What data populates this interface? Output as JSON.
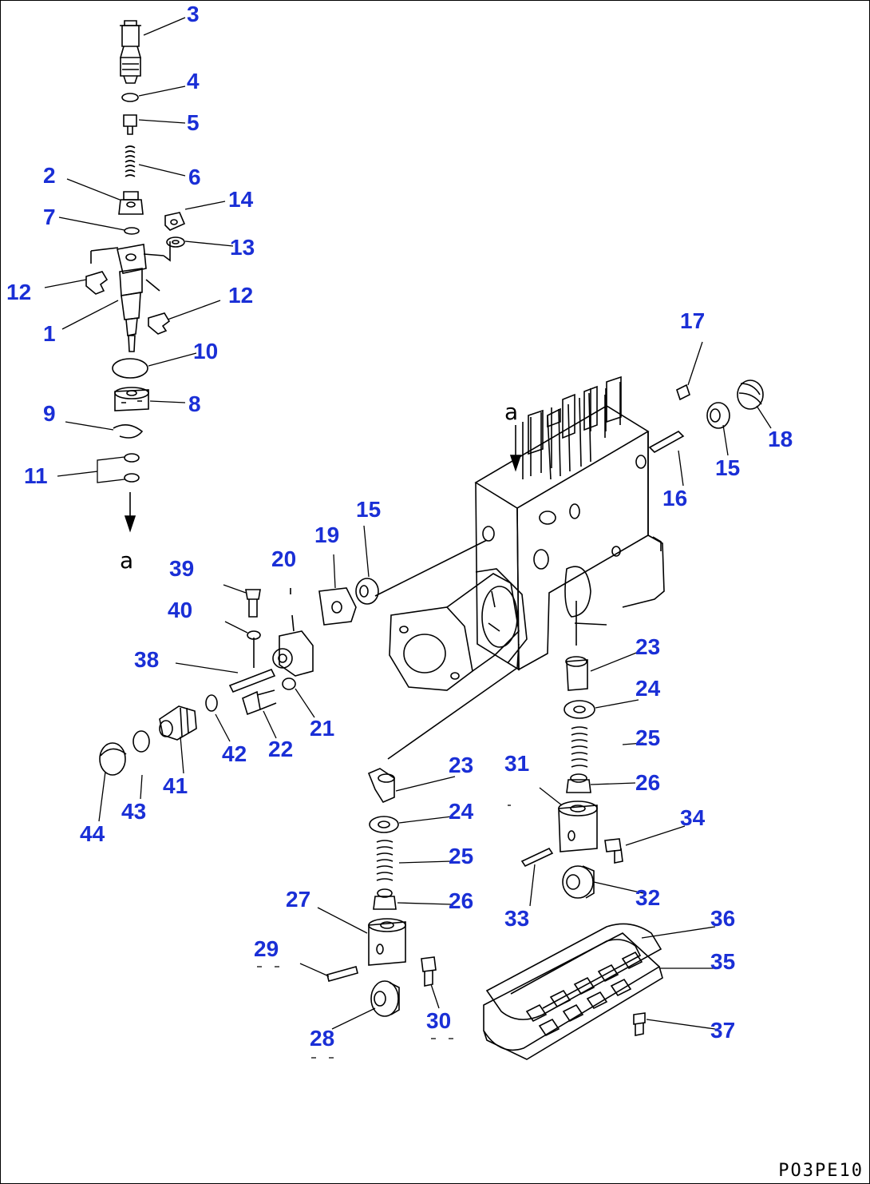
{
  "colors": {
    "callout": "#1a2fd6",
    "lines": "#000000"
  },
  "reference_marker": "a",
  "drawing_code": "PO3PE10",
  "callouts": [
    {
      "key": "c3",
      "label": "3"
    },
    {
      "key": "c4",
      "label": "4"
    },
    {
      "key": "c5",
      "label": "5"
    },
    {
      "key": "c2",
      "label": "2"
    },
    {
      "key": "c6",
      "label": "6"
    },
    {
      "key": "c14",
      "label": "14"
    },
    {
      "key": "c7",
      "label": "7"
    },
    {
      "key": "c13",
      "label": "13"
    },
    {
      "key": "c12a",
      "label": "12"
    },
    {
      "key": "c12b",
      "label": "12"
    },
    {
      "key": "c1",
      "label": "1"
    },
    {
      "key": "c10",
      "label": "10"
    },
    {
      "key": "c17",
      "label": "17"
    },
    {
      "key": "c8",
      "label": "8"
    },
    {
      "key": "c9",
      "label": "9"
    },
    {
      "key": "c18",
      "label": "18"
    },
    {
      "key": "c15a",
      "label": "15"
    },
    {
      "key": "c11",
      "label": "11"
    },
    {
      "key": "c16",
      "label": "16"
    },
    {
      "key": "c15b",
      "label": "15"
    },
    {
      "key": "c19",
      "label": "19"
    },
    {
      "key": "c20",
      "label": "20"
    },
    {
      "key": "c39",
      "label": "39"
    },
    {
      "key": "c40",
      "label": "40"
    },
    {
      "key": "c23a",
      "label": "23"
    },
    {
      "key": "c38",
      "label": "38"
    },
    {
      "key": "c24a",
      "label": "24"
    },
    {
      "key": "c21",
      "label": "21"
    },
    {
      "key": "c25a",
      "label": "25"
    },
    {
      "key": "c42",
      "label": "42"
    },
    {
      "key": "c22",
      "label": "22"
    },
    {
      "key": "c23b",
      "label": "23"
    },
    {
      "key": "c31",
      "label": "31"
    },
    {
      "key": "c41",
      "label": "41"
    },
    {
      "key": "c26a",
      "label": "26"
    },
    {
      "key": "c24b",
      "label": "24"
    },
    {
      "key": "c43",
      "label": "43"
    },
    {
      "key": "c34",
      "label": "34"
    },
    {
      "key": "c44",
      "label": "44"
    },
    {
      "key": "c25b",
      "label": "25"
    },
    {
      "key": "c26b",
      "label": "26"
    },
    {
      "key": "c32",
      "label": "32"
    },
    {
      "key": "c33",
      "label": "33"
    },
    {
      "key": "c27",
      "label": "27"
    },
    {
      "key": "c36",
      "label": "36"
    },
    {
      "key": "c29",
      "label": "29"
    },
    {
      "key": "c35",
      "label": "35"
    },
    {
      "key": "c30",
      "label": "30"
    },
    {
      "key": "c37",
      "label": "37"
    },
    {
      "key": "c28",
      "label": "28"
    }
  ]
}
